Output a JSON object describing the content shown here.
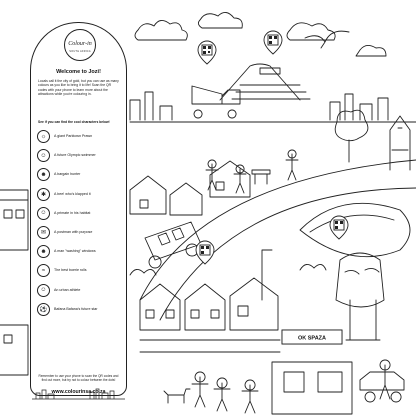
{
  "panel": {
    "logo_text": "Colour-in",
    "logo_sub": "SOUTH AFRICA",
    "welcome": "Welcome to Jozi!",
    "intro": "Locals call it the city of gold, but you can use as many colours as you like to bring it to life! Scan the QR codes with your phone to learn more about the attractions while you're colouring in.",
    "see_heading": "See if you can find the cool characters below!",
    "characters": [
      {
        "label": "A giant Parktown Prawn",
        "icon": "prawn-icon"
      },
      {
        "label": "A future Olympic swimmer",
        "icon": "swimmer-icon"
      },
      {
        "label": "A bargain hunter",
        "icon": "shopper-icon"
      },
      {
        "label": "A bee! who's klapped it",
        "icon": "bee-icon"
      },
      {
        "label": "A primate in his habitat",
        "icon": "monkey-icon"
      },
      {
        "label": "A postman with purpose",
        "icon": "postman-icon"
      },
      {
        "label": "A man \"washing\" windows",
        "icon": "window-washer-icon"
      },
      {
        "label": "The best boerie rolls",
        "icon": "boerie-roll-icon"
      },
      {
        "label": "An urban athlete",
        "icon": "athlete-icon"
      },
      {
        "label": "Bafana Bafana's future star",
        "icon": "soccer-ball-icon"
      }
    ],
    "remember": "Remember to use your phone to scan the QR codes and find out more, but try not to colour between the dots!",
    "url": "www.colourinsa.co.za"
  },
  "scene": {
    "shop_sign": "OK SPAZA"
  }
}
